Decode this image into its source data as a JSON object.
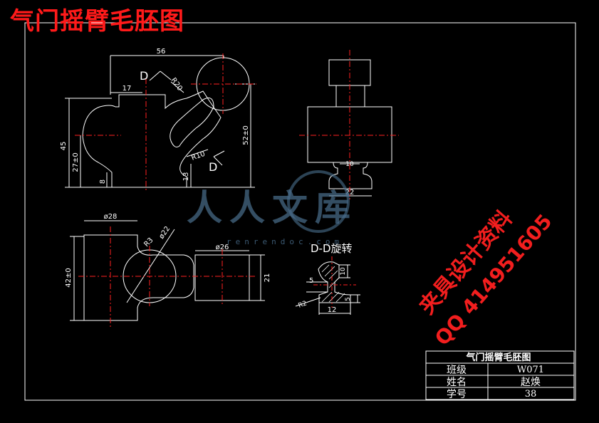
{
  "title": "气门摇臂毛胚图",
  "views": {
    "front": {
      "dimensions": {
        "width_top": "56",
        "offset_left": "17",
        "radius_top": "R20",
        "height_total": "45",
        "height_mid": "27±0",
        "height_bottom": "8",
        "height_right": "52±0",
        "radius_bottom": "R10",
        "height_small": "13"
      },
      "section_mark": "D"
    },
    "side": {
      "dimensions": {
        "width_mid": "10",
        "width_bottom": "22"
      }
    },
    "top": {
      "dimensions": {
        "diameter_left": "ø28",
        "radius": "R3",
        "diameter_center": "ø22",
        "diameter_right": "ø26",
        "height_left": "42±0",
        "height_right": "21"
      }
    },
    "section": {
      "label": "D-D旋转",
      "dimensions": {
        "dim_10": "10",
        "dim_5_left": "5",
        "dim_r2": "R2",
        "dim_12": "12",
        "dim_5_right": "5"
      }
    }
  },
  "title_block": {
    "drawing_name": "气门摇臂毛胚图",
    "rows": [
      {
        "label": "班级",
        "value": "W071"
      },
      {
        "label": "姓名",
        "value": "赵焕"
      },
      {
        "label": "学号",
        "value": "38"
      }
    ]
  },
  "stamp": {
    "line1": "夹具设计资料",
    "line2": "QQ 414951605"
  },
  "watermark": {
    "text": "人人文库",
    "url": "renrendoc.com"
  },
  "colors": {
    "background": "#000000",
    "outline": "#ffffff",
    "centerline": "#ff2020",
    "title": "#ff1a1a",
    "watermark": "#4a6f8e"
  }
}
